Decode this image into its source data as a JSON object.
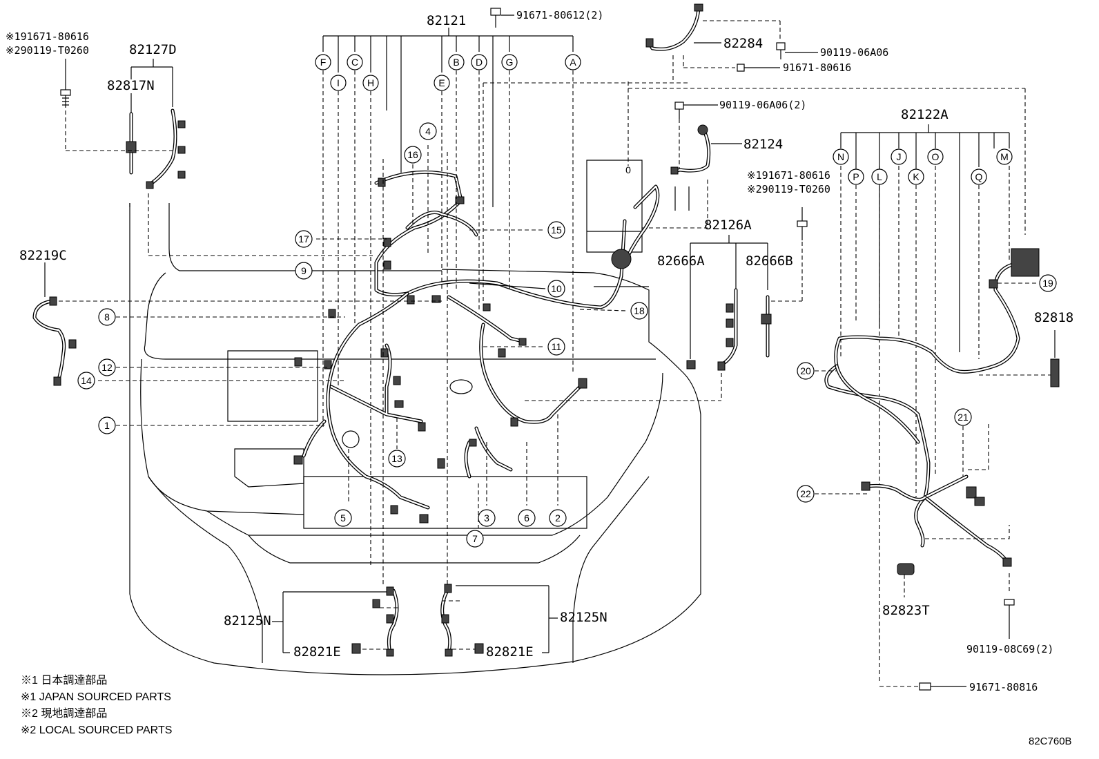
{
  "parts": {
    "p82121": "82121",
    "p82127D": "82127D",
    "p82817N": "82817N",
    "p82219C": "82219C",
    "p82284": "82284",
    "p82124": "82124",
    "p82122A": "82122A",
    "p82126A": "82126A",
    "p82666A": "82666A",
    "p82666B": "82666B",
    "p82818": "82818",
    "p82823T": "82823T",
    "p82125N_left": "82125N",
    "p82125N_right": "82125N",
    "p82821E_left": "82821E",
    "p82821E_right": "82821E"
  },
  "fasteners": {
    "f_top_bolt": "91671-80612(2)",
    "f_82284_a": "90119-06A06",
    "f_82284_b": "91671-80616",
    "f_82124": "90119-06A06(2)",
    "f_left_1": "※191671-80616",
    "f_left_2": "※290119-T0260",
    "f_right_1": "※191671-80616",
    "f_right_2": "※290119-T0260",
    "f_bottom_right": "90119-08C69(2)",
    "f_bottom": "91671-80816"
  },
  "letters_82121": [
    "F",
    "I",
    "C",
    "H",
    "E",
    "B",
    "D",
    "G",
    "A"
  ],
  "letters_82122A": [
    "N",
    "P",
    "L",
    "J",
    "K",
    "O",
    "Q",
    "M"
  ],
  "callouts": [
    "1",
    "2",
    "3",
    "4",
    "5",
    "6",
    "7",
    "8",
    "9",
    "10",
    "11",
    "12",
    "13",
    "14",
    "15",
    "16",
    "17",
    "18",
    "19",
    "20",
    "21",
    "22"
  ],
  "notes": {
    "n1": "※1 日本調達部品",
    "n2": "※1 JAPAN SOURCED PARTS",
    "n3": "※2 現地調達部品",
    "n4": "※2 LOCAL SOURCED PARTS"
  },
  "diagram_code": "82C760B"
}
